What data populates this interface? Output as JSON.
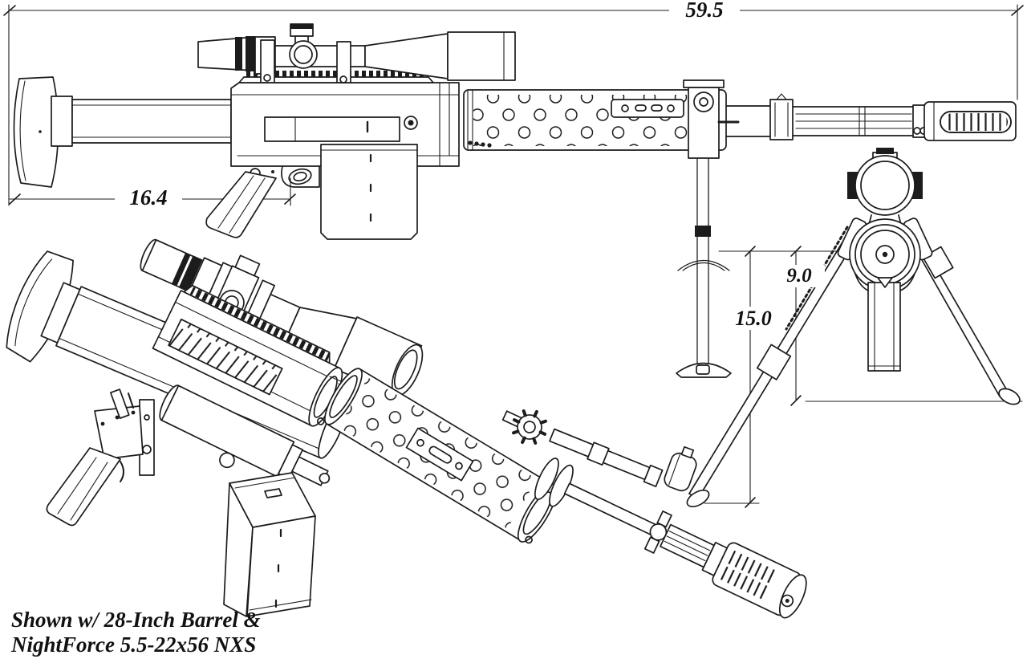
{
  "drawing": {
    "type": "technical-dimension-diagram",
    "subject": "bolt-action long-range rifle shown in side view, muzzle-on front view and exploded parts view",
    "colors": {
      "background": "#ffffff",
      "ink": "#1c1c1c"
    },
    "dimensions": {
      "overall_length": "59.5",
      "stock_to_grip_length": "16.4",
      "bore_height_low": "9.0",
      "bore_height_high": "15.0"
    },
    "caption": {
      "line1": "Shown w/ 28-Inch Barrel &",
      "line2": "NightForce 5.5-22x56 NXS"
    }
  }
}
